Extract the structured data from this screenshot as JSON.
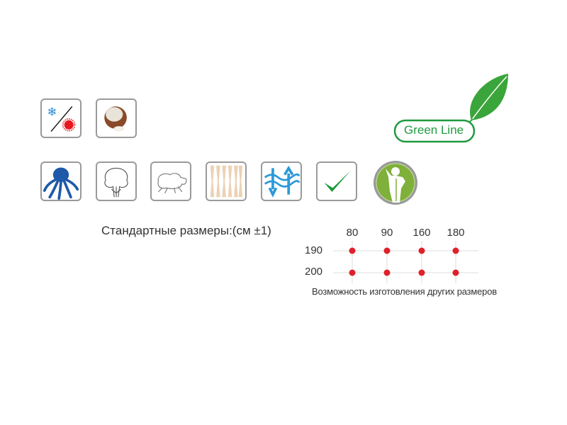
{
  "sizes": {
    "title": "Стандартные размеры:(см ±1)",
    "widths": [
      "80",
      "90",
      "160",
      "180"
    ],
    "lengths": [
      "190",
      "200"
    ],
    "caption": "Возможность изготовления других размеров",
    "dot_color": "#e0202a"
  },
  "logo": {
    "text": "Green Line",
    "color": "#1f9a3f"
  },
  "icons": [
    "winter-summer-icon",
    "coconut-icon",
    "octopus-icon",
    "cotton-tree-icon",
    "sheep-wool-icon",
    "spring-icon",
    "air-flow-icon",
    "checkmark-icon",
    "orthopedic-body-icon"
  ]
}
